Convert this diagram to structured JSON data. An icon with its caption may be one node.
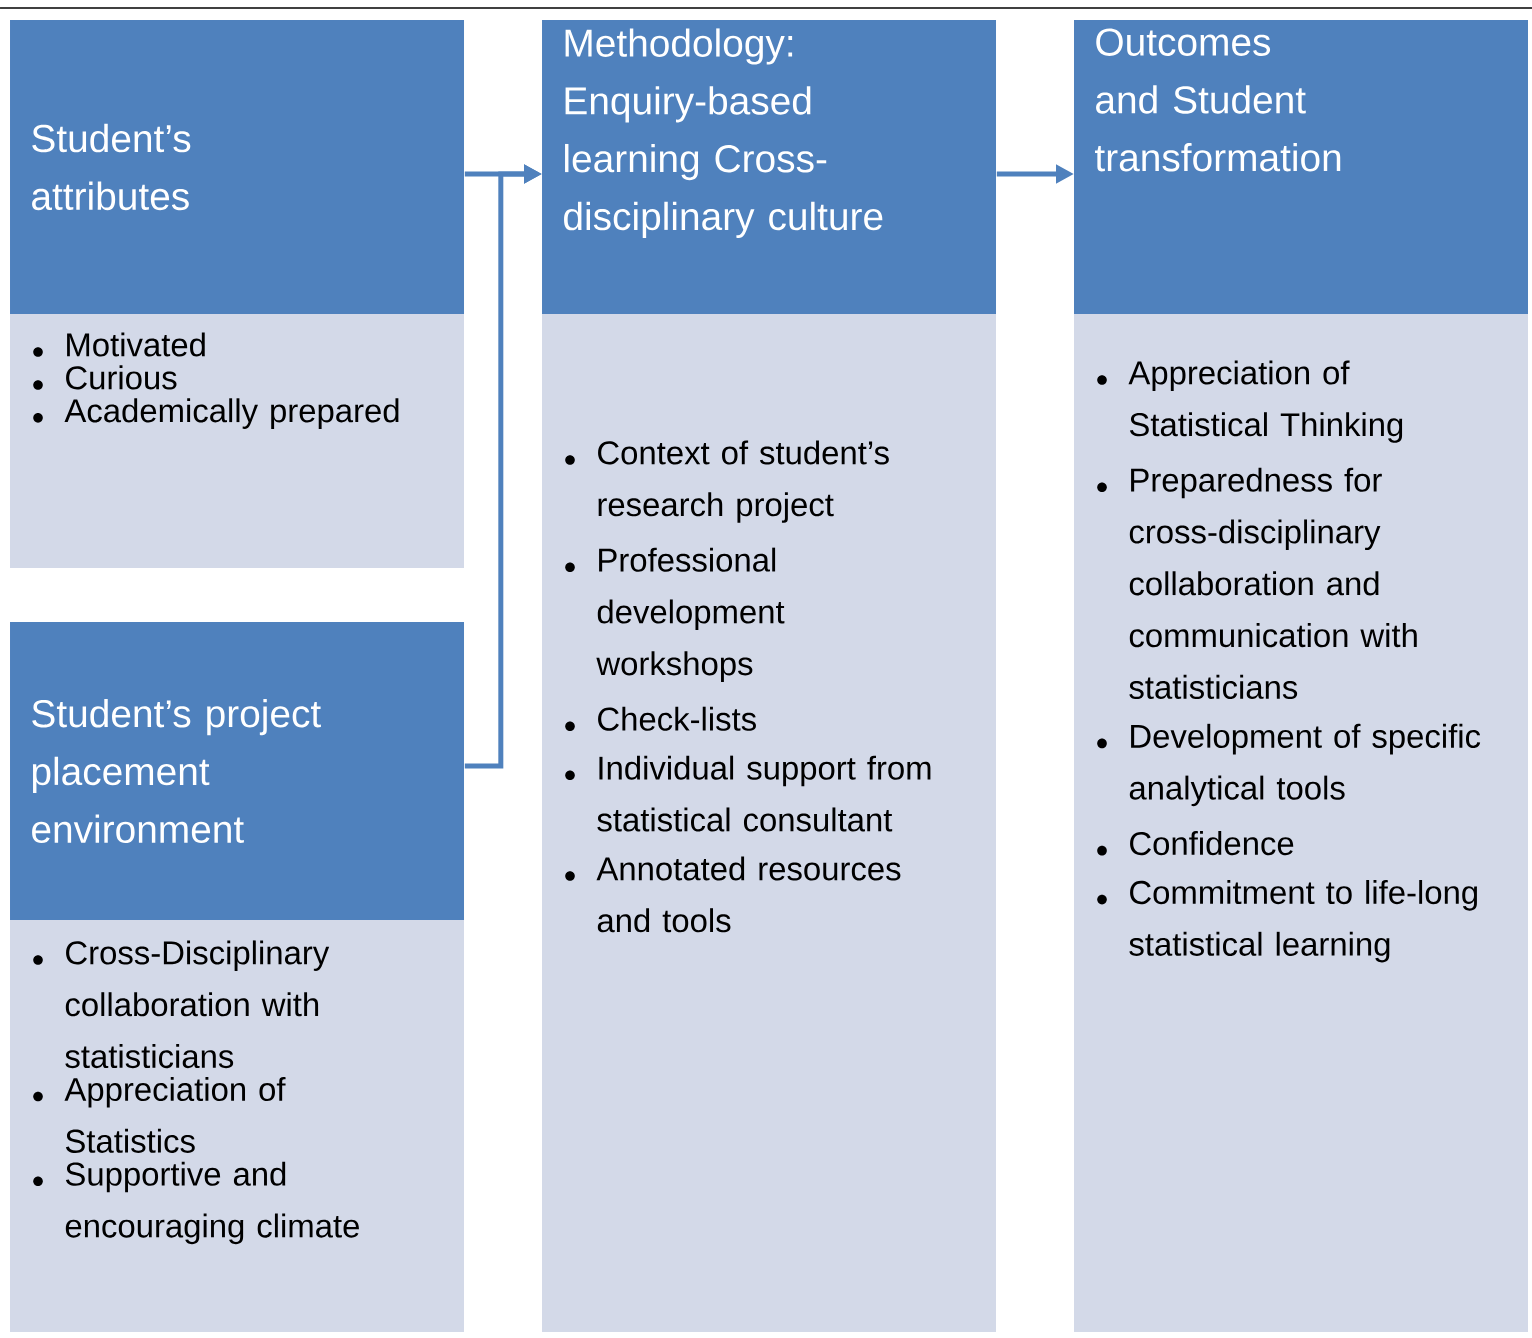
{
  "diagram": {
    "nodes": [
      {
        "text": [
          "Student’s attributes",
          "Motivated",
          "Curious",
          "Academically prepared"
        ]
      },
      {
        "text": [
          "Student’s project placement environment",
          "Cross-Disciplinary collaboration with statisticians",
          "Appreciation of Statistics",
          "Supportive and encouraging climate"
        ]
      },
      {
        "text": [
          "Methodology: Enquiry-based learning Cross-disciplinary culture",
          "Context of student’s research project",
          "Professional development workshops",
          "Check-lists",
          "Individual support from statistical consultant",
          "Annotated resources and tools"
        ]
      },
      {
        "text": [
          "Outcomes and Student transformation",
          "Appreciation of Statistical Thinking",
          "Preparedness for cross-disciplinary collaboration and communication with statisticians",
          "Development of specific analytical tools",
          "Confidence",
          "Commitment to life-long statistical learning"
        ]
      }
    ],
    "edges": [
      {
        "from": 0,
        "to": 2,
        "arrow": "to"
      },
      {
        "from": 1,
        "to": 2,
        "arrow": "to"
      },
      {
        "from": 2,
        "to": 3,
        "arrow": "to"
      }
    ]
  }
}
